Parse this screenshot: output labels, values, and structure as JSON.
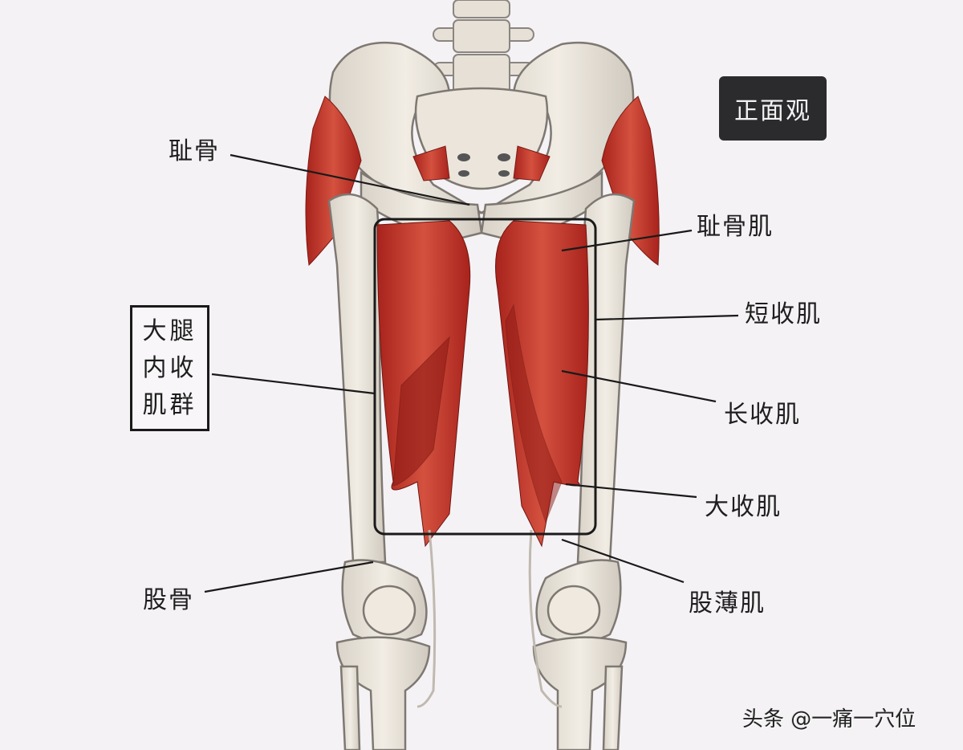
{
  "view_badge": {
    "label": "正面观"
  },
  "group_box": {
    "lines": [
      "大腿",
      "内收",
      "肌群"
    ],
    "full_label": "大腿内收肌群"
  },
  "labels": {
    "pubis": "耻骨",
    "pectineus": "耻骨肌",
    "adductor_brevis": "短收肌",
    "adductor_longus": "长收肌",
    "adductor_magnus": "大收肌",
    "gracilis": "股薄肌",
    "femur": "股骨"
  },
  "watermark": "头条 @一痛一穴位",
  "colors": {
    "background": "#f5f2f5",
    "bone": "#ece6dc",
    "bone_outline": "#8a8580",
    "muscle": "#c4392f",
    "muscle_dark": "#9e1f1a",
    "highlight_box": "#1a1a1a",
    "badge_bg": "#2b2a2d"
  }
}
